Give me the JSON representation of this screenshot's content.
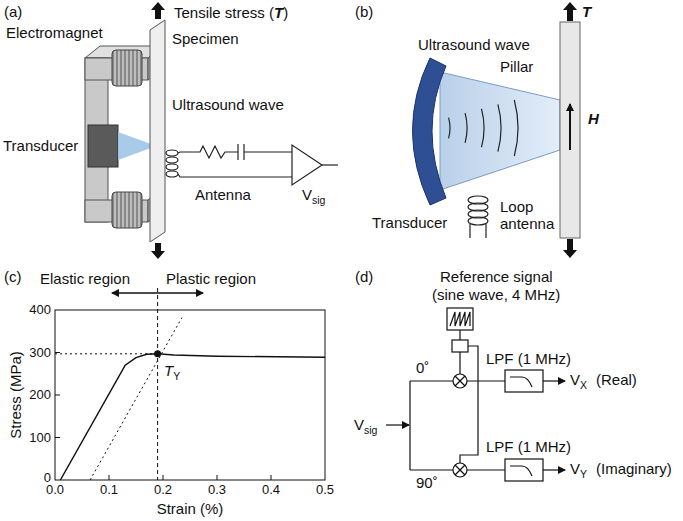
{
  "diagram": {
    "labels": [
      "(a)",
      "Tensile stress (",
      "T",
      ")",
      "Electromagnet",
      "Specimen",
      "Ultrasound wave",
      "Transducer",
      "Antenna",
      "V",
      "sig",
      "(b)",
      "T",
      "Ultrasound wave",
      "Pillar",
      "Transducer",
      "H",
      "Loop antenna",
      "(c)",
      "Elastic region",
      "Plastic region",
      "Stress (MPa)",
      "400",
      "300",
      "200",
      "100",
      "0",
      "0.0",
      "0.1",
      "0.2",
      "0.3",
      "0.4",
      "0.5",
      "Strain (%)",
      "T",
      "Y",
      "(d)",
      "Reference signal",
      "(sine wave, 4 MHz)",
      "0˚",
      "LPF (1 MHz)",
      "V",
      "X",
      "(Real)",
      "V",
      "sig",
      "90˚",
      "LPF (1 MHz)",
      "V",
      "Y",
      "(Imaginary)"
    ]
  }
}
